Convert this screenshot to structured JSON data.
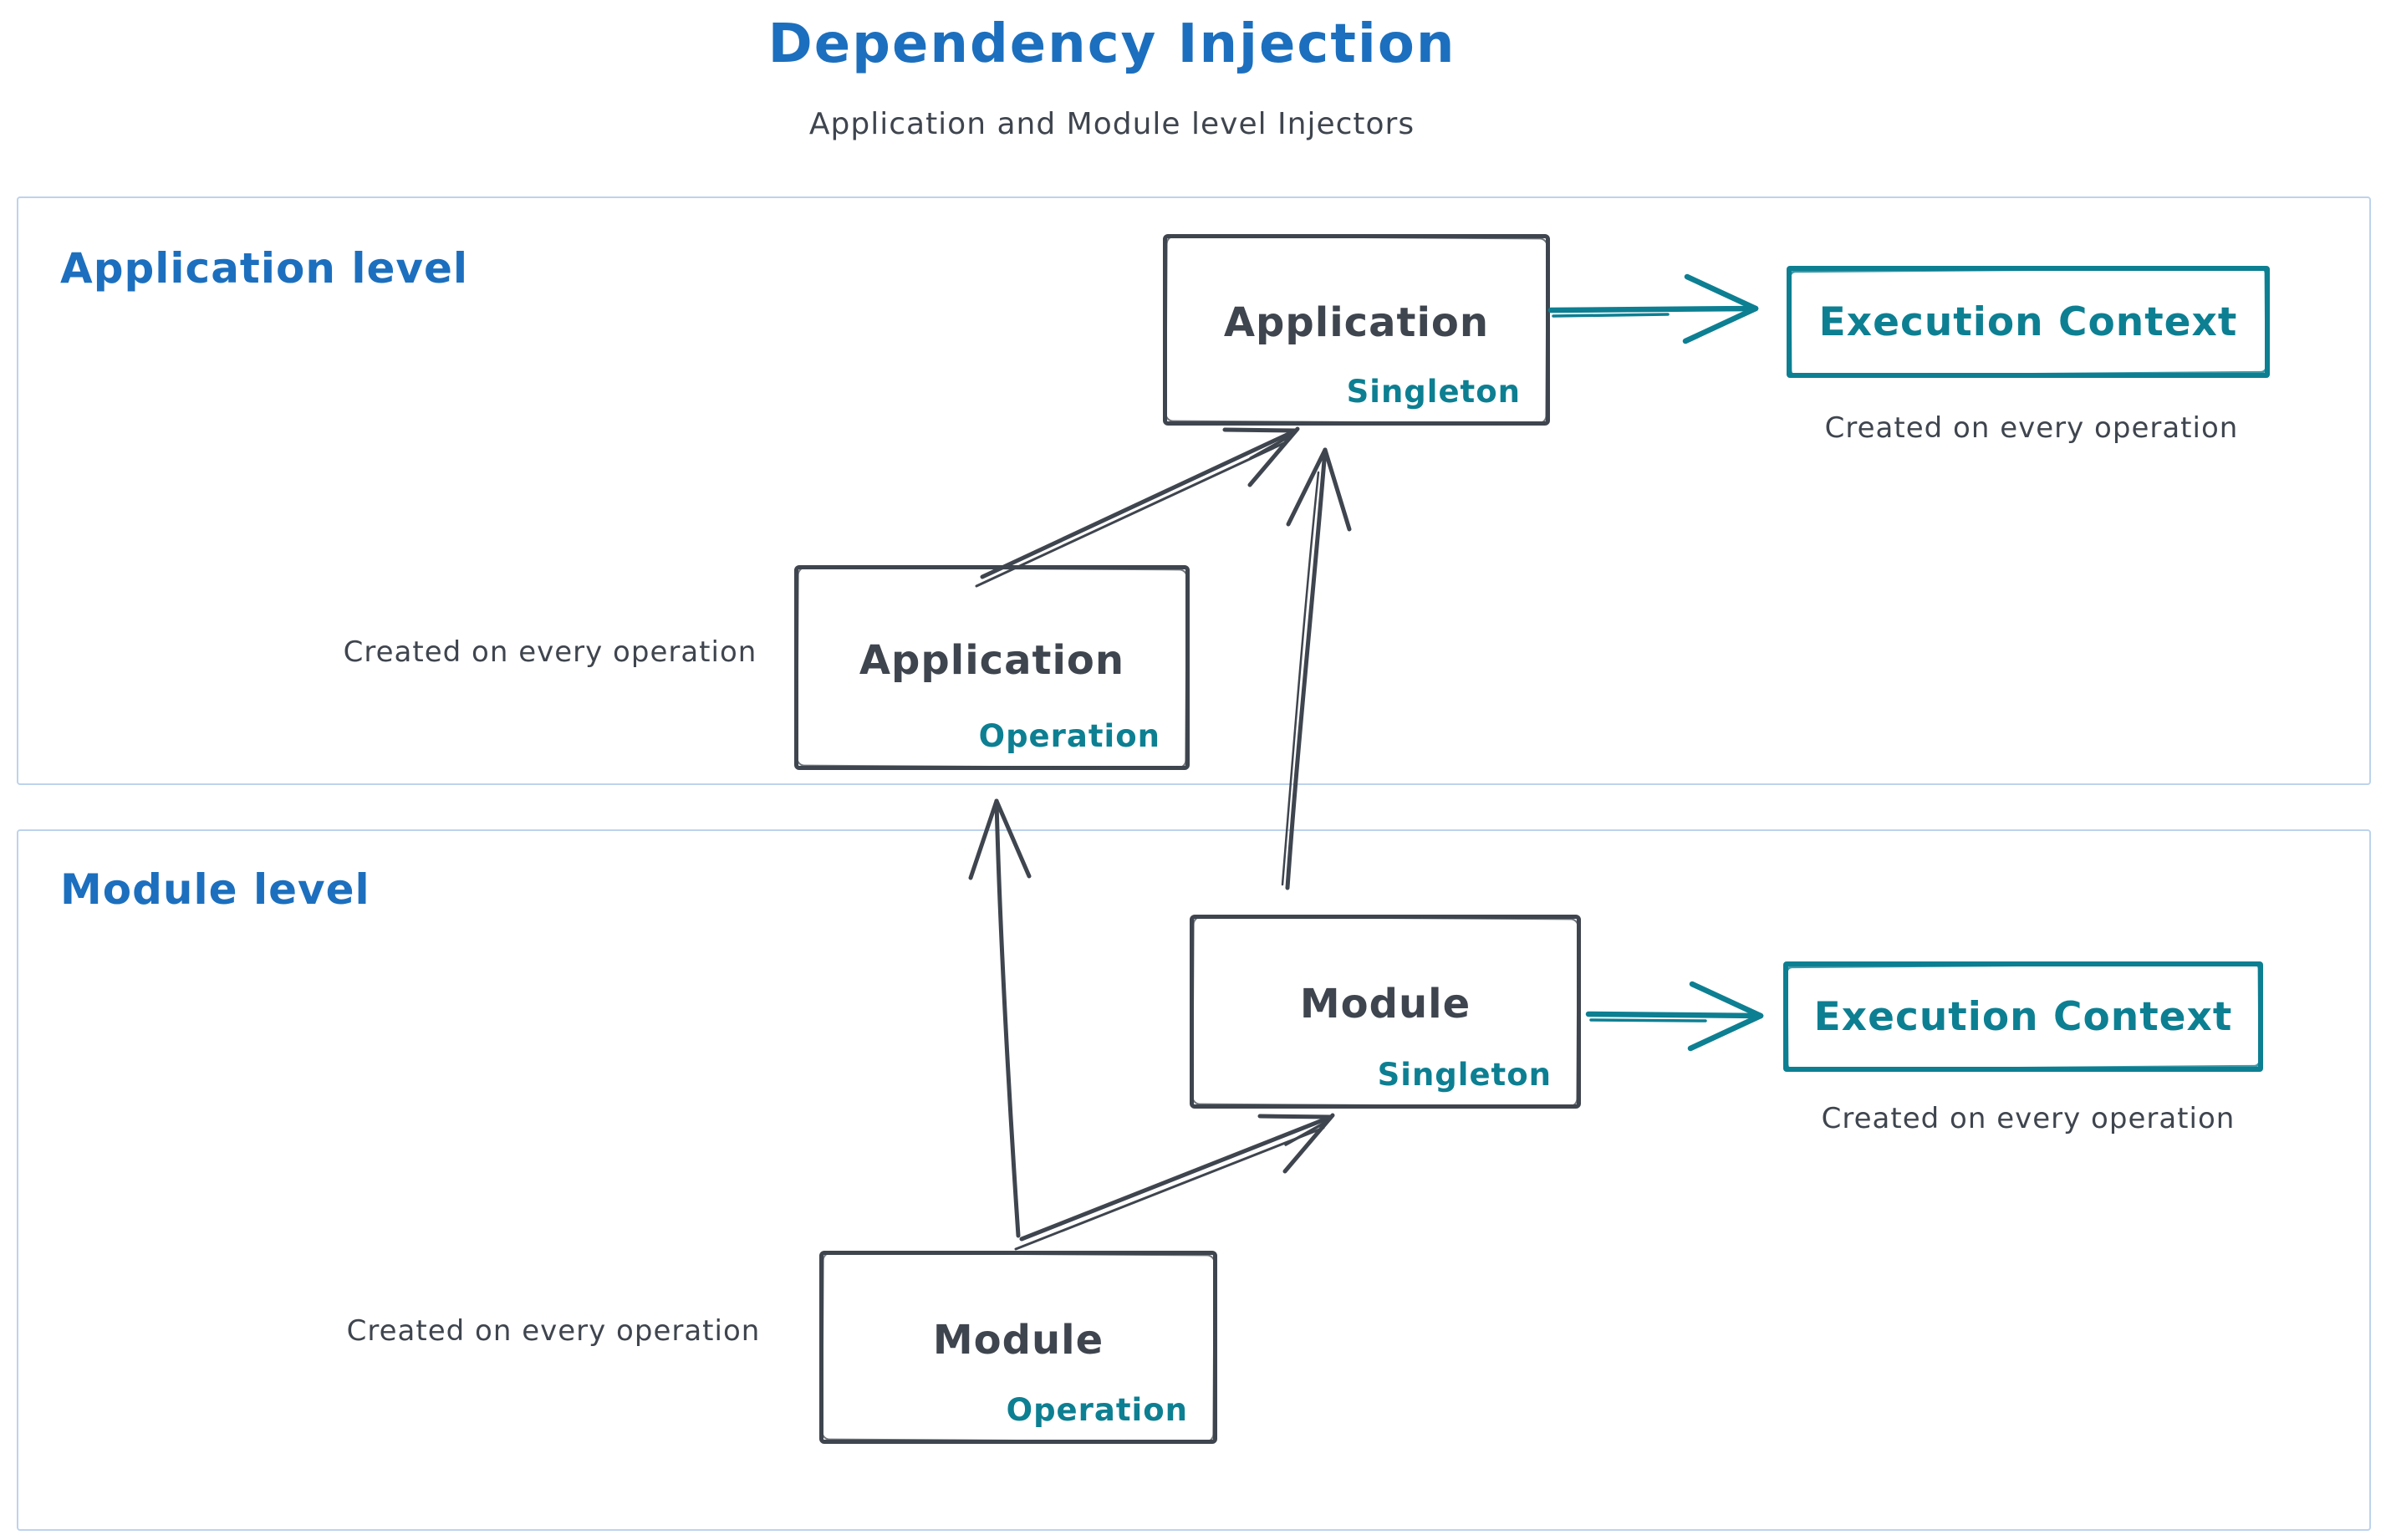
{
  "title": "Dependency Injection",
  "subtitle": "Application and Module level Injectors",
  "colors": {
    "accent_blue": "#1c6fbe",
    "ink_dark": "#3f454e",
    "accent_teal": "#0d7f92",
    "frame_blue": "#bdd3ec"
  },
  "sections": {
    "application": {
      "label": "Application level"
    },
    "module": {
      "label": "Module level"
    }
  },
  "nodes": {
    "app_singleton": {
      "title": "Application",
      "badge": "Singleton"
    },
    "app_operation": {
      "title": "Application",
      "badge": "Operation"
    },
    "module_singleton": {
      "title": "Module",
      "badge": "Singleton"
    },
    "module_operation": {
      "title": "Module",
      "badge": "Operation"
    },
    "execution_context_app": {
      "title": "Execution Context"
    },
    "execution_context_module": {
      "title": "Execution Context"
    }
  },
  "captions": {
    "execution_context_app": "Created on every operation",
    "execution_context_module": "Created on every operation",
    "app_operation": "Created on every operation",
    "module_operation": "Created on every operation"
  }
}
